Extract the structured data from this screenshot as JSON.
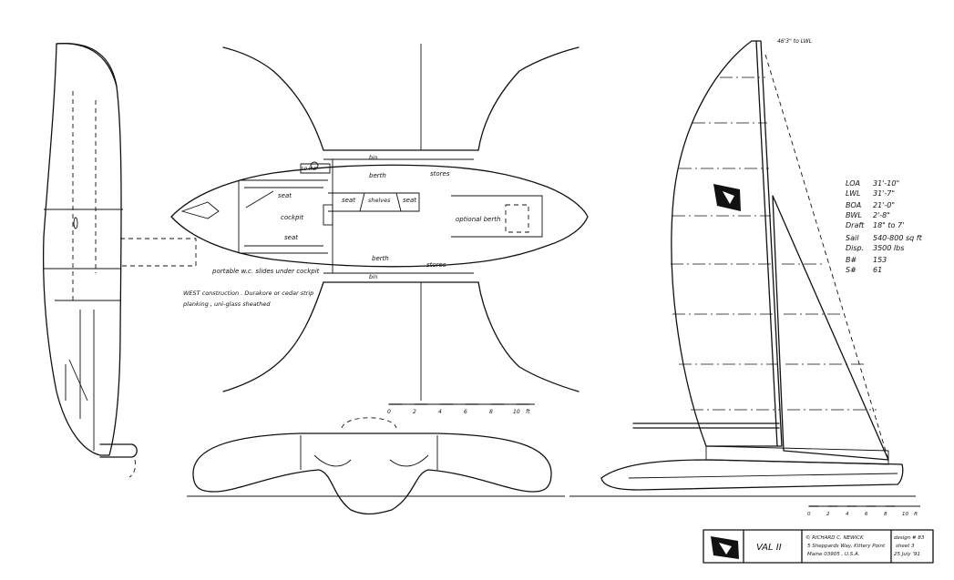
{
  "plan_labels": {
    "bin_top": "bin",
    "bin_bottom": "bin",
    "berth_top": "berth",
    "berth_bottom": "berth",
    "stores_top": "stores",
    "stores_bottom": "stores",
    "seat_upper": "seat",
    "seat_mid": "seat",
    "seat_right": "seat",
    "seat_lower": "seat",
    "shelves": "shelves",
    "cockpit": "cockpit",
    "optional_berth": "optional berth",
    "hp_note": "10 H.P",
    "portable_note": "portable w.c. slides under cockpit",
    "construction_line1": "WEST construction . Durakore or cedar strip",
    "construction_line2": "planking , uni-glass sheathed"
  },
  "scale_plan": [
    "0",
    "2",
    "4",
    "6",
    "8",
    "10",
    "ft"
  ],
  "scale_profile": [
    "0",
    "2",
    "4",
    "6",
    "8",
    "10",
    "ft"
  ],
  "mast_note": "46'3\" to LWL",
  "specs": [
    {
      "key": "LOA",
      "value": "31'-10\""
    },
    {
      "key": "LWL",
      "value": "31'-7\""
    },
    {
      "key": "BOA",
      "value": "21'-0\""
    },
    {
      "key": "BWL",
      "value": "2'-8\""
    },
    {
      "key": "Draft",
      "value": "18\" to 7'"
    },
    {
      "key": "Sail",
      "value": "540-800 sq ft"
    },
    {
      "key": "Disp.",
      "value": "3500 lbs"
    },
    {
      "key": "B#",
      "value": "153"
    },
    {
      "key": "S#",
      "value": "61"
    }
  ],
  "title_block": {
    "name": "VAL II",
    "designer": "© RICHARD C. NEWICK",
    "address1": "5 Sheppards Way, Kittery Point",
    "address2": "Maine 03905 , U.S.A.",
    "design_no": "design # 83",
    "sheet": "sheet 3",
    "date": "25 July '91"
  }
}
